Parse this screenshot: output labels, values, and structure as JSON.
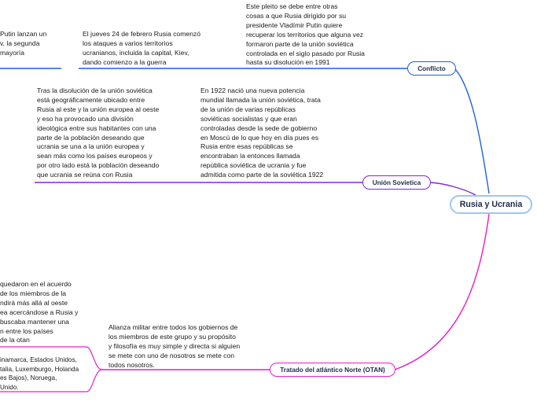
{
  "root": {
    "label": "Rusia y Ucrania"
  },
  "colors": {
    "conflicto": "#1f5fe0",
    "union": "#7a2ad8",
    "otan": "#e61ec8",
    "root_border": "#9fc7ec"
  },
  "branches": {
    "conflicto": {
      "label": "Conflicto",
      "notes": [
        "Este pleito se debe entre otras\ncosas a que Rusia dirigido por su\npresidente Vladímir Putin quiere\nrecuperar los territorios que alguna vez\nformaron parte de la unión soviética\ncontrolada en el siglo pasado por Rusia\nhasta su disolución en 1991",
        "El jueves 24 de febrero Rusia comenzó\nlos ataques a varios territorios\nucranianos, incluida la capital, Kiev,\ndando comienzo a la guerra",
        " Putin lanzan un\nv, la segunda\nmayoría"
      ]
    },
    "union": {
      "label": "Unión Sovietica",
      "notes": [
        "En 1922 nació una nueva potencia\nmundial llamada la unión soviética, trata\nde la unión de varias repúblicas\nsoviéticas socialistas y que eran\ncontroladas desde la sede de gobierno\nen Moscú de lo que hoy en día pues es\nRusia entre esas repúblicas se\nencontraban la entonces llamada\nrepública soviética de ucrania y fue\nadmitida como parte de la soviética 1922",
        "Tras la disolución de la unión soviética\nestá geográficamente ubicado entre\nRusia al este y la unión europea al oeste\ny eso ha provocado una división\nideológica entre sus habitantes con una\nparte de la población deseando que\nucrania se una a la unión europea y\nsean más como los países europeos y\npor otro lado está la población deseando\nque ucrania se reúna con Rusia"
      ]
    },
    "otan": {
      "label": "Tratado del atlántico Norte (OTAN)",
      "notes": [
        "Alianza militar entre todos los gobiernos de\nlos miembros de este grupo y su propósito\ny filosofía es muy simple y directa si alguien\nse mete con uno de nosotros se mete con\ntodos nosotros.",
        "quedaron en el acuerdo\nde los miembros de la\nndirá más allá al oeste\nea acercándose a Rusia y\nbuscaba mantener una\nn entre los países\n de la otan",
        "inamarca, Estados Unidos,\ntalia, Luxemburgo, Holanda\nes Bajos), Noruega,\n Unido."
      ]
    }
  }
}
